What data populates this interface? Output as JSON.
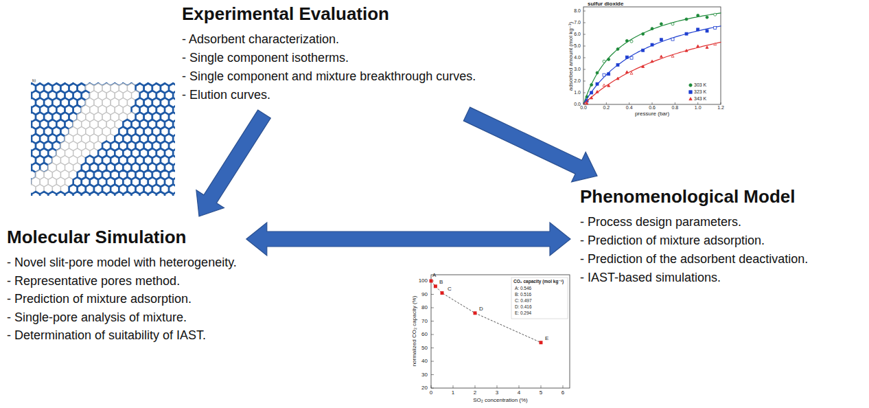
{
  "diagram": {
    "nodes": [
      {
        "text": [
          "Experimental Evaluation",
          "- Adsorbent characterization.",
          "- Single component isotherms.",
          "- Single component and mixture breakthrough curves.",
          "- Elution curves."
        ]
      },
      {
        "text": [
          "Phenomenological Model",
          "- Process design parameters.",
          "- Prediction of mixture adsorption.",
          "- Prediction of the adsorbent deactivation.",
          "- IAST-based simulations."
        ]
      },
      {
        "text": [
          "Molecular Simulation",
          "- Novel slit-pore model with heterogeneity.",
          "- Representative pores method.",
          "- Prediction of mixture adsorption.",
          "- Single-pore analysis of mixture.",
          "- Determination of suitability of IAST."
        ]
      }
    ],
    "edges": [
      {
        "from": 0,
        "to": 2,
        "arrow": "to"
      },
      {
        "from": 0,
        "to": 1,
        "arrow": "to"
      },
      {
        "from": 2,
        "to": 1,
        "arrow": "both"
      }
    ],
    "labels": [
      "b)",
      "sulfur dioxide",
      "adsorbed amount (mol kg⁻¹)",
      "pressure (bar)",
      "0.0",
      "1.0",
      "2.0",
      "3.0",
      "4.0",
      "5.0",
      "6.0",
      "7.0",
      "8.0",
      "0.0",
      "0.2",
      "0.4",
      "0.6",
      "0.8",
      "1.0",
      "1.2",
      "A",
      "B",
      "C",
      "D",
      "E",
      "CO₂ capacity (mol kg⁻¹)",
      "A: 0.546",
      "B: 0.516",
      "C: 0.497",
      "D: 0.416",
      "E: 0.294",
      "normalized CO₂ capacity (%)",
      "SO₂ concentration (%)",
      "20",
      "30",
      "40",
      "50",
      "60",
      "70",
      "80",
      "90",
      "100",
      "0",
      "1",
      "2",
      "3",
      "4",
      "5",
      "6"
    ],
    "legend": [
      {
        "text": "303 K"
      },
      {
        "text": "323 K"
      },
      {
        "text": "343 K"
      }
    ]
  }
}
